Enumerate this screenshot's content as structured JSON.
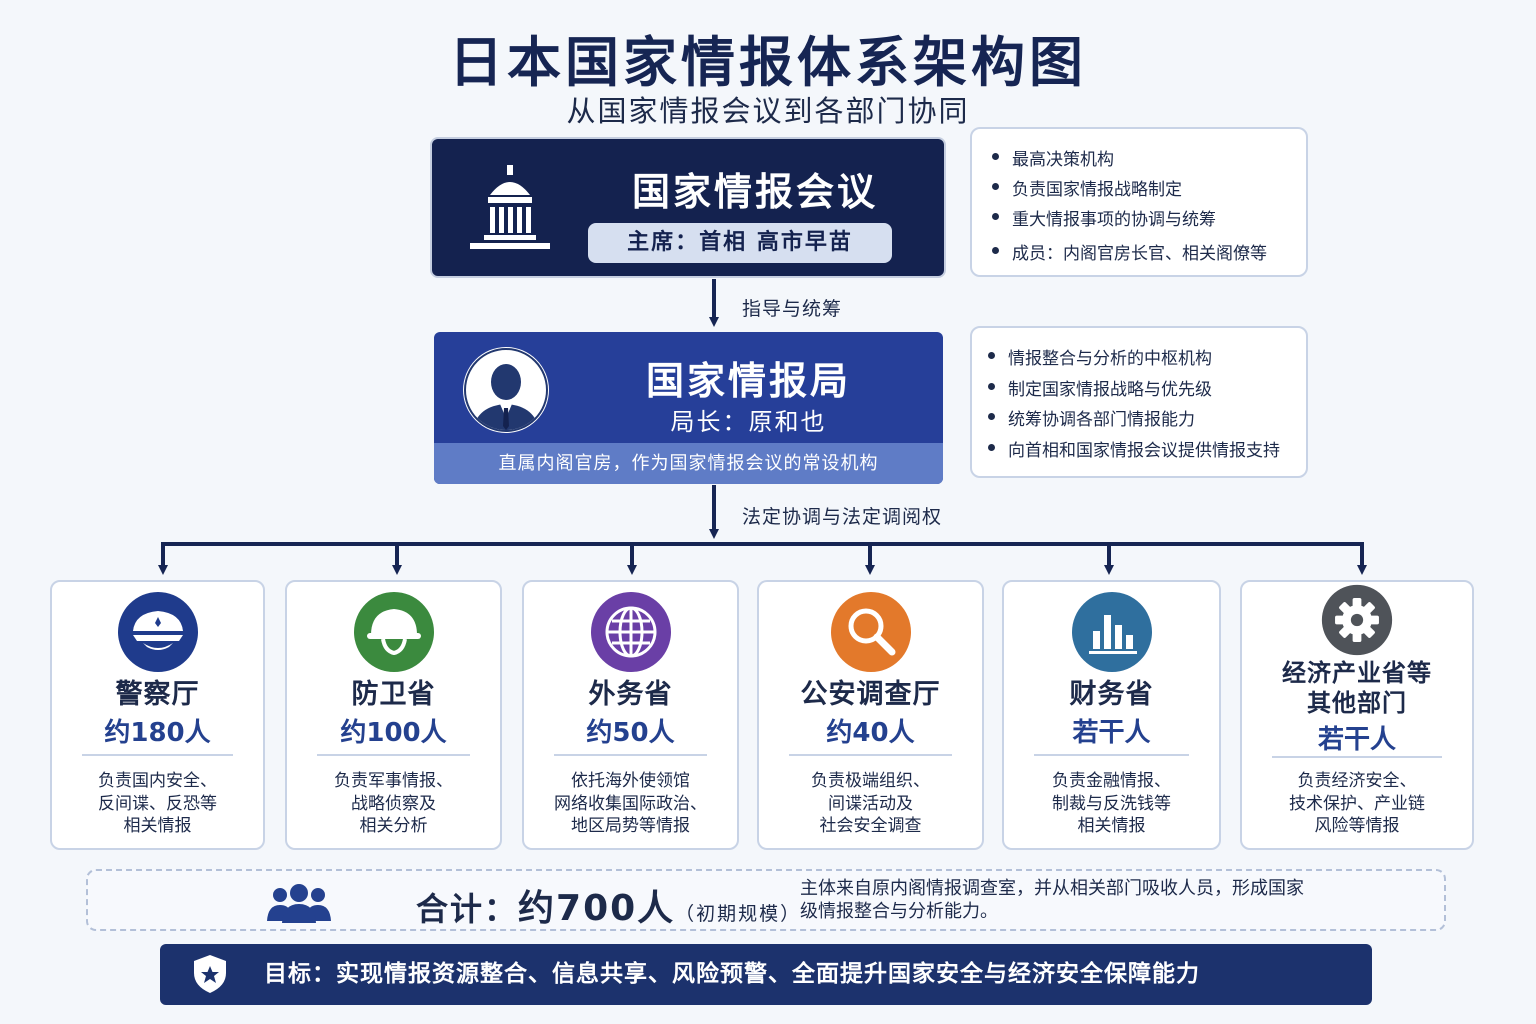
{
  "header": {
    "title": "日本国家情报体系架构图",
    "subtitle": "从国家情报会议到各部门协同"
  },
  "council": {
    "icon": "government-building-icon",
    "name": "国家情报会议",
    "chair": "主席：首相 高市早苗",
    "notes": [
      "最高决策机构",
      "负责国家情报战略制定",
      "重大情报事项的协调与统筹",
      "成员：内阁官房长官、相关阁僚等"
    ]
  },
  "connectors": {
    "council_to_bureau": "指导与统筹",
    "bureau_to_departments": "法定协调与法定调阅权"
  },
  "bureau": {
    "icon": "person-avatar-icon",
    "name": "国家情报局",
    "director": "局长：原和也",
    "affiliation": "直属内阁官房，作为国家情报会议的常设机构",
    "notes": [
      "情报整合与分析的中枢机构",
      "制定国家情报战略与优先级",
      "统筹协调各部门情报能力",
      "向首相和国家情报会议提供情报支持"
    ]
  },
  "departments": [
    {
      "name": "警察厅",
      "count": "约180人",
      "desc": "负责国内安全、\n反间谍、反恐等\n相关情报",
      "icon": "police-cap-icon",
      "color": "#1f3b8c"
    },
    {
      "name": "防卫省",
      "count": "约100人",
      "desc": "负责军事情报、\n战略侦察及\n相关分析",
      "icon": "military-helmet-icon",
      "color": "#3b8a3e"
    },
    {
      "name": "外务省",
      "count": "约50人",
      "desc": "依托海外使领馆\n网络收集国际政治、\n地区局势等情报",
      "icon": "globe-icon",
      "color": "#6a3fa6"
    },
    {
      "name": "公安调查厅",
      "count": "约40人",
      "desc": "负责极端组织、\n间谍活动及\n社会安全调查",
      "icon": "magnifier-icon",
      "color": "#e3792b"
    },
    {
      "name": "财务省",
      "count": "若干人",
      "desc": "负责金融情报、\n制裁与反洗钱等\n相关情报",
      "icon": "bar-chart-icon",
      "color": "#2f6f9e"
    },
    {
      "name": "经济产业省等\n其他部门",
      "count": "若干人",
      "desc": "负责经济安全、\n技术保护、产业链\n风险等情报",
      "icon": "gear-icon",
      "color": "#4f5359"
    }
  ],
  "total": {
    "icon": "people-group-icon",
    "label": "合计：",
    "value": "约700人",
    "scale": "（初期规模）",
    "desc": "主体来自原内阁情报调查室，并从相关部门吸收人员，形成国家级情报整合与分析能力。"
  },
  "goal": {
    "icon": "shield-icon",
    "text": "目标：实现情报资源整合、信息共享、风险预警、全面提升国家安全与经济安全保障能力"
  }
}
